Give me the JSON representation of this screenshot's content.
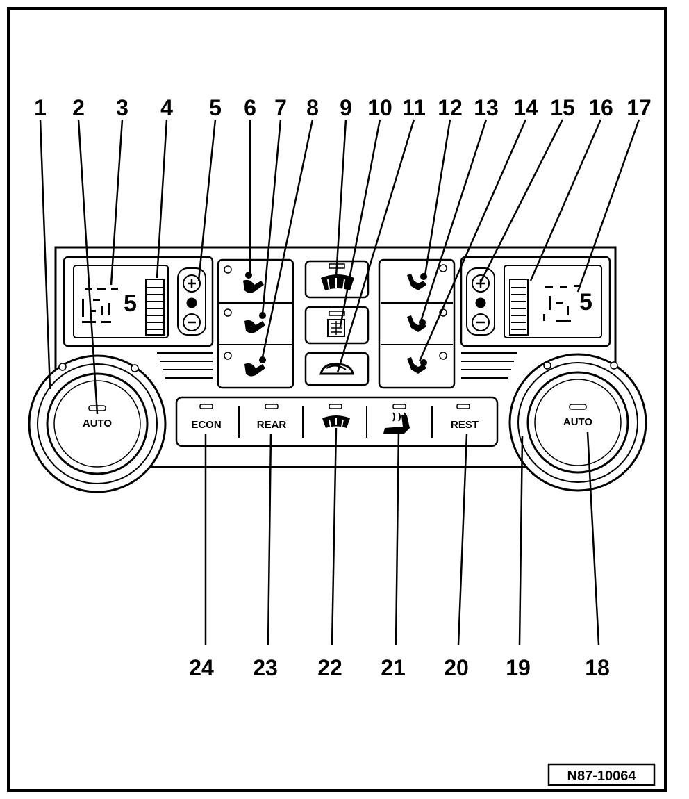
{
  "callouts_top": [
    "1",
    "2",
    "3",
    "4",
    "5",
    "6",
    "7",
    "8",
    "9",
    "10",
    "11",
    "12",
    "13",
    "14",
    "15",
    "16",
    "17"
  ],
  "callouts_bottom": [
    "24",
    "23",
    "22",
    "21",
    "20",
    "19",
    "18"
  ],
  "buttons": {
    "econ": "ECON",
    "rear": "REAR",
    "rest": "REST"
  },
  "knobs": {
    "left_label": "AUTO",
    "right_label": "AUTO"
  },
  "reference": "N87-10064",
  "icons": {
    "defrost": "windshield-defrost-icon",
    "recirculation": "recirculation-icon",
    "rear_defrost": "rear-window-defrost-icon",
    "seat_heating": "seat-heating-icon",
    "fan": "fan-icon",
    "air_distribution": "air-distribution-person-icon"
  }
}
